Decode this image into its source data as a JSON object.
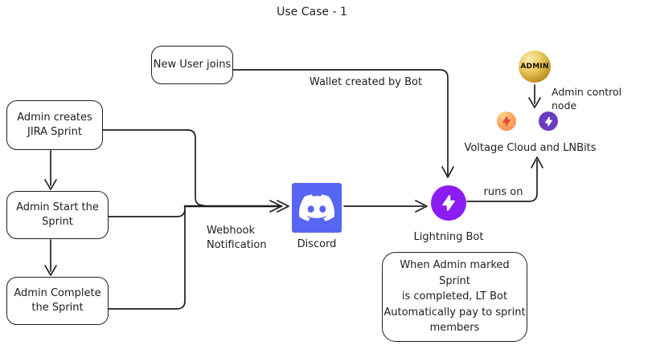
{
  "title": "Use Case - 1",
  "colors": {
    "stroke": "#1e1e1e",
    "discord": "#5865f2",
    "lightning": "#8b1df2",
    "lnbits": "#6b3bc0",
    "voltage_light": "#ffaf62",
    "voltage_deep": "#ff7350",
    "voltage_bolt": "#e8453c",
    "coin": "#c89a2a"
  },
  "nodes": {
    "new_user_label": "New User joins",
    "admin_creates_label": "Admin creates\nJIRA Sprint",
    "admin_start_label": "Admin Start the\nSprint",
    "admin_complete_label": "Admin Complete\nthe Sprint",
    "note_label": "When Admin marked Sprint\nis completed, LT Bot\nAutomatically pay to sprint\nmembers"
  },
  "icons": {
    "discord_label": "Discord",
    "lightning_bot_label": "Lightning Bot",
    "admin_coin_label": "ADMIN",
    "voltage_lnbits_label": "Voltage Cloud and LNBits"
  },
  "edges": {
    "wallet_label": "Wallet created by Bot",
    "webhook_label": "Webhook\nNotification",
    "runs_on_label": "runs on",
    "admin_control_label": "Admin control node"
  }
}
